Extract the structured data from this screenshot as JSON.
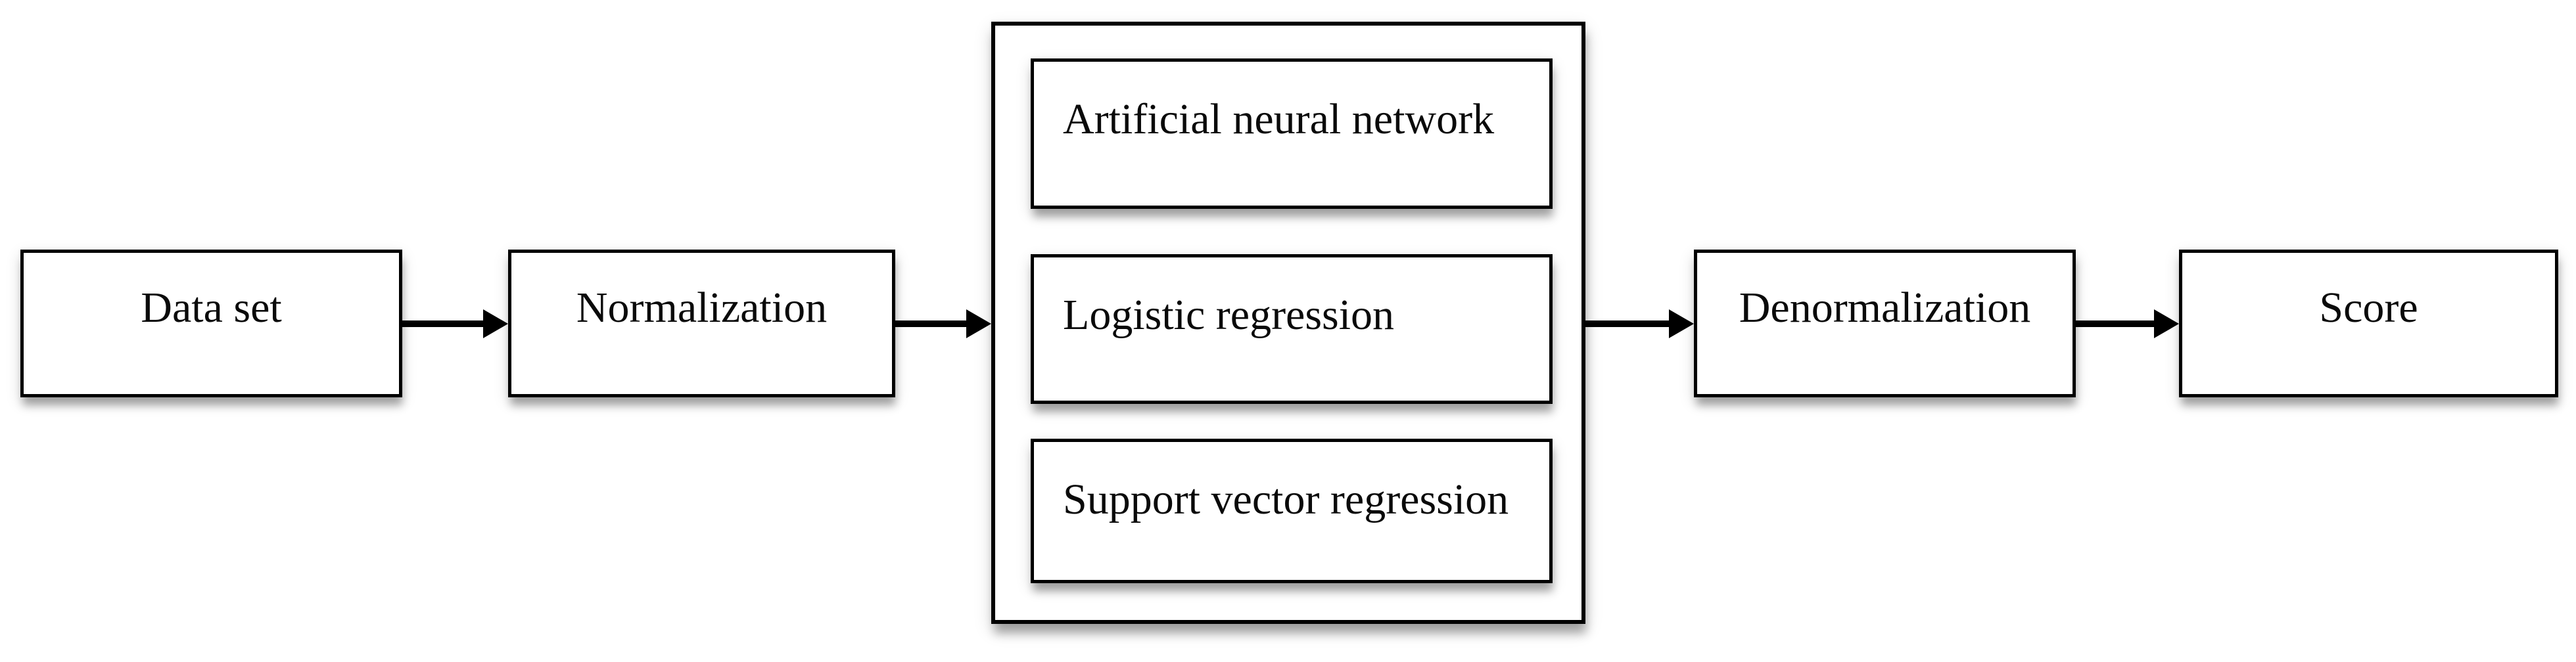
{
  "diagram": {
    "boxes": {
      "dataset": "Data set",
      "normalization": "Normalization",
      "denormalization": "Denormalization",
      "score": "Score"
    },
    "models": [
      {
        "label": "Artificial neural network"
      },
      {
        "label": "Logistic regression"
      },
      {
        "label": "Support vector regression"
      }
    ],
    "colors": {
      "border": "#000000",
      "background": "#ffffff",
      "text": "#0a0a0a",
      "arrow": "#000000"
    }
  }
}
